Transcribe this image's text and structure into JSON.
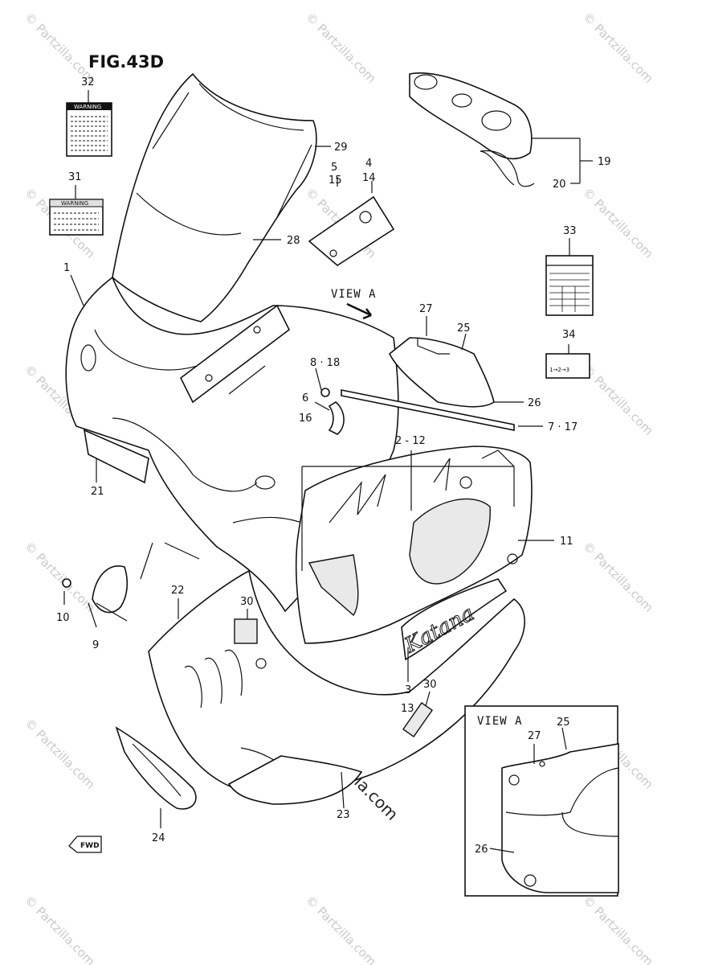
{
  "title": "FIG.43D",
  "view_label": "VIEW A",
  "inset_label": "VIEW A",
  "fwd_label": "FWD",
  "watermark": "© Partzilla.com",
  "warning_label_text": "WARNING",
  "decal_text": "Katana",
  "callouts": [
    {
      "id": "c32",
      "text": "32"
    },
    {
      "id": "c31",
      "text": "31"
    },
    {
      "id": "c1",
      "text": "1"
    },
    {
      "id": "c29",
      "text": "29"
    },
    {
      "id": "c28",
      "text": "28"
    },
    {
      "id": "c5",
      "text": "5"
    },
    {
      "id": "c15",
      "text": "15"
    },
    {
      "id": "c4",
      "text": "4"
    },
    {
      "id": "c14",
      "text": "14"
    },
    {
      "id": "c19",
      "text": "19"
    },
    {
      "id": "c20",
      "text": "20"
    },
    {
      "id": "c33",
      "text": "33"
    },
    {
      "id": "c27",
      "text": "27"
    },
    {
      "id": "c25",
      "text": "25"
    },
    {
      "id": "c34",
      "text": "34"
    },
    {
      "id": "c8_18",
      "text": "8 · 18"
    },
    {
      "id": "c6",
      "text": "6"
    },
    {
      "id": "c16",
      "text": "16"
    },
    {
      "id": "c26",
      "text": "26"
    },
    {
      "id": "c7_17",
      "text": "7 · 17"
    },
    {
      "id": "c2_12",
      "text": "2 - 12"
    },
    {
      "id": "c21",
      "text": "21"
    },
    {
      "id": "c11",
      "text": "11"
    },
    {
      "id": "c22",
      "text": "22"
    },
    {
      "id": "c30a",
      "text": "30"
    },
    {
      "id": "c10",
      "text": "10"
    },
    {
      "id": "c9",
      "text": "9"
    },
    {
      "id": "c3",
      "text": "3"
    },
    {
      "id": "c13",
      "text": "13"
    },
    {
      "id": "c30b",
      "text": "30"
    },
    {
      "id": "c24",
      "text": "24"
    },
    {
      "id": "c23",
      "text": "23"
    },
    {
      "id": "i27",
      "text": "27"
    },
    {
      "id": "i25",
      "text": "25"
    },
    {
      "id": "i26",
      "text": "26"
    }
  ],
  "label34_text": "1→2→3"
}
